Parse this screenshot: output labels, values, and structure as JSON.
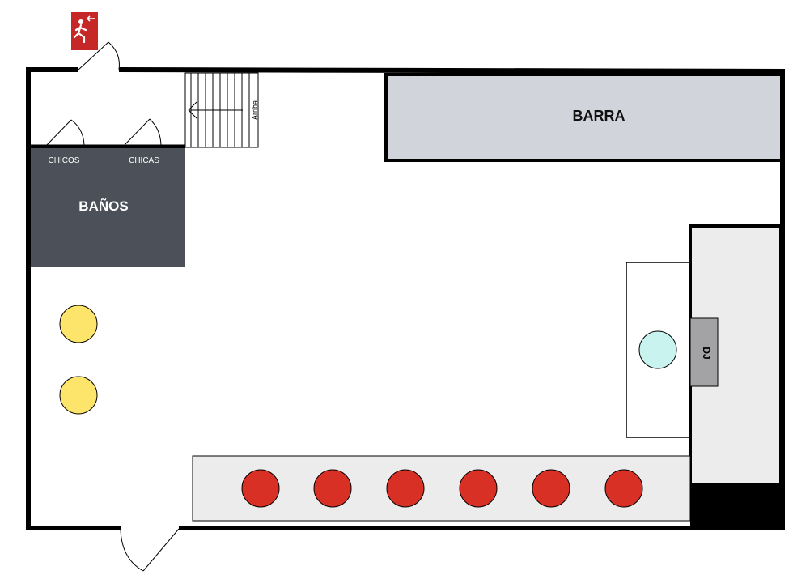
{
  "labels": {
    "bar": "BARRA",
    "bathrooms": "BAÑOS",
    "boys": "CHICOS",
    "girls": "CHICAS",
    "stairs": "Arriba",
    "dj": "DJ"
  },
  "icons": {
    "exit": "emergency-exit-icon"
  },
  "colors": {
    "wall": "#000000",
    "bar": "#d1d5db",
    "bathrooms": "#4b5059",
    "stage": "#ececec",
    "dj_booth": "#a3a3a5",
    "yellow_table": "#fde46a",
    "red_table": "#d93025",
    "cyan_table": "#c9f3ee",
    "exit_sign": "#c62828"
  }
}
